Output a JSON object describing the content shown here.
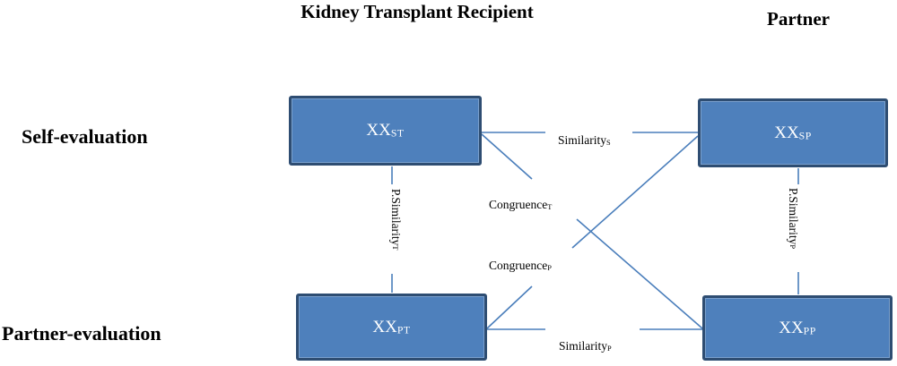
{
  "figure": {
    "column_headers": {
      "recipient": "Kidney Transplant Recipient",
      "partner": "Partner"
    },
    "row_headers": {
      "self_evaluation": "Self-evaluation",
      "partner_evaluation": "Partner-evaluation"
    }
  },
  "boxes": {
    "st": {
      "main": "XX",
      "sub": "ST"
    },
    "sp": {
      "main": "XX",
      "sub": "SP"
    },
    "pt": {
      "main": "XX",
      "sub": "PT"
    },
    "pp": {
      "main": "XX",
      "sub": "PP"
    }
  },
  "edges": {
    "similarity_s": {
      "label": "Similarity",
      "sub": "S"
    },
    "similarity_p": {
      "label": "Similarity",
      "sub": "P"
    },
    "congruence_t": {
      "label": "Congruence",
      "sub": "T"
    },
    "congruence_p": {
      "label": "Congruence",
      "sub": "P"
    },
    "p_similarity_t": {
      "label": "P.Similarity",
      "sub": "T"
    },
    "p_similarity_p": {
      "label": "P.Similarity",
      "sub": "P"
    }
  },
  "colors": {
    "box_fill": "#4e80bc",
    "box_border": "#2e4d72",
    "connector_line": "#4a7ebb",
    "box_text": "#ffffff",
    "label_text": "#000000",
    "background": "#ffffff"
  }
}
